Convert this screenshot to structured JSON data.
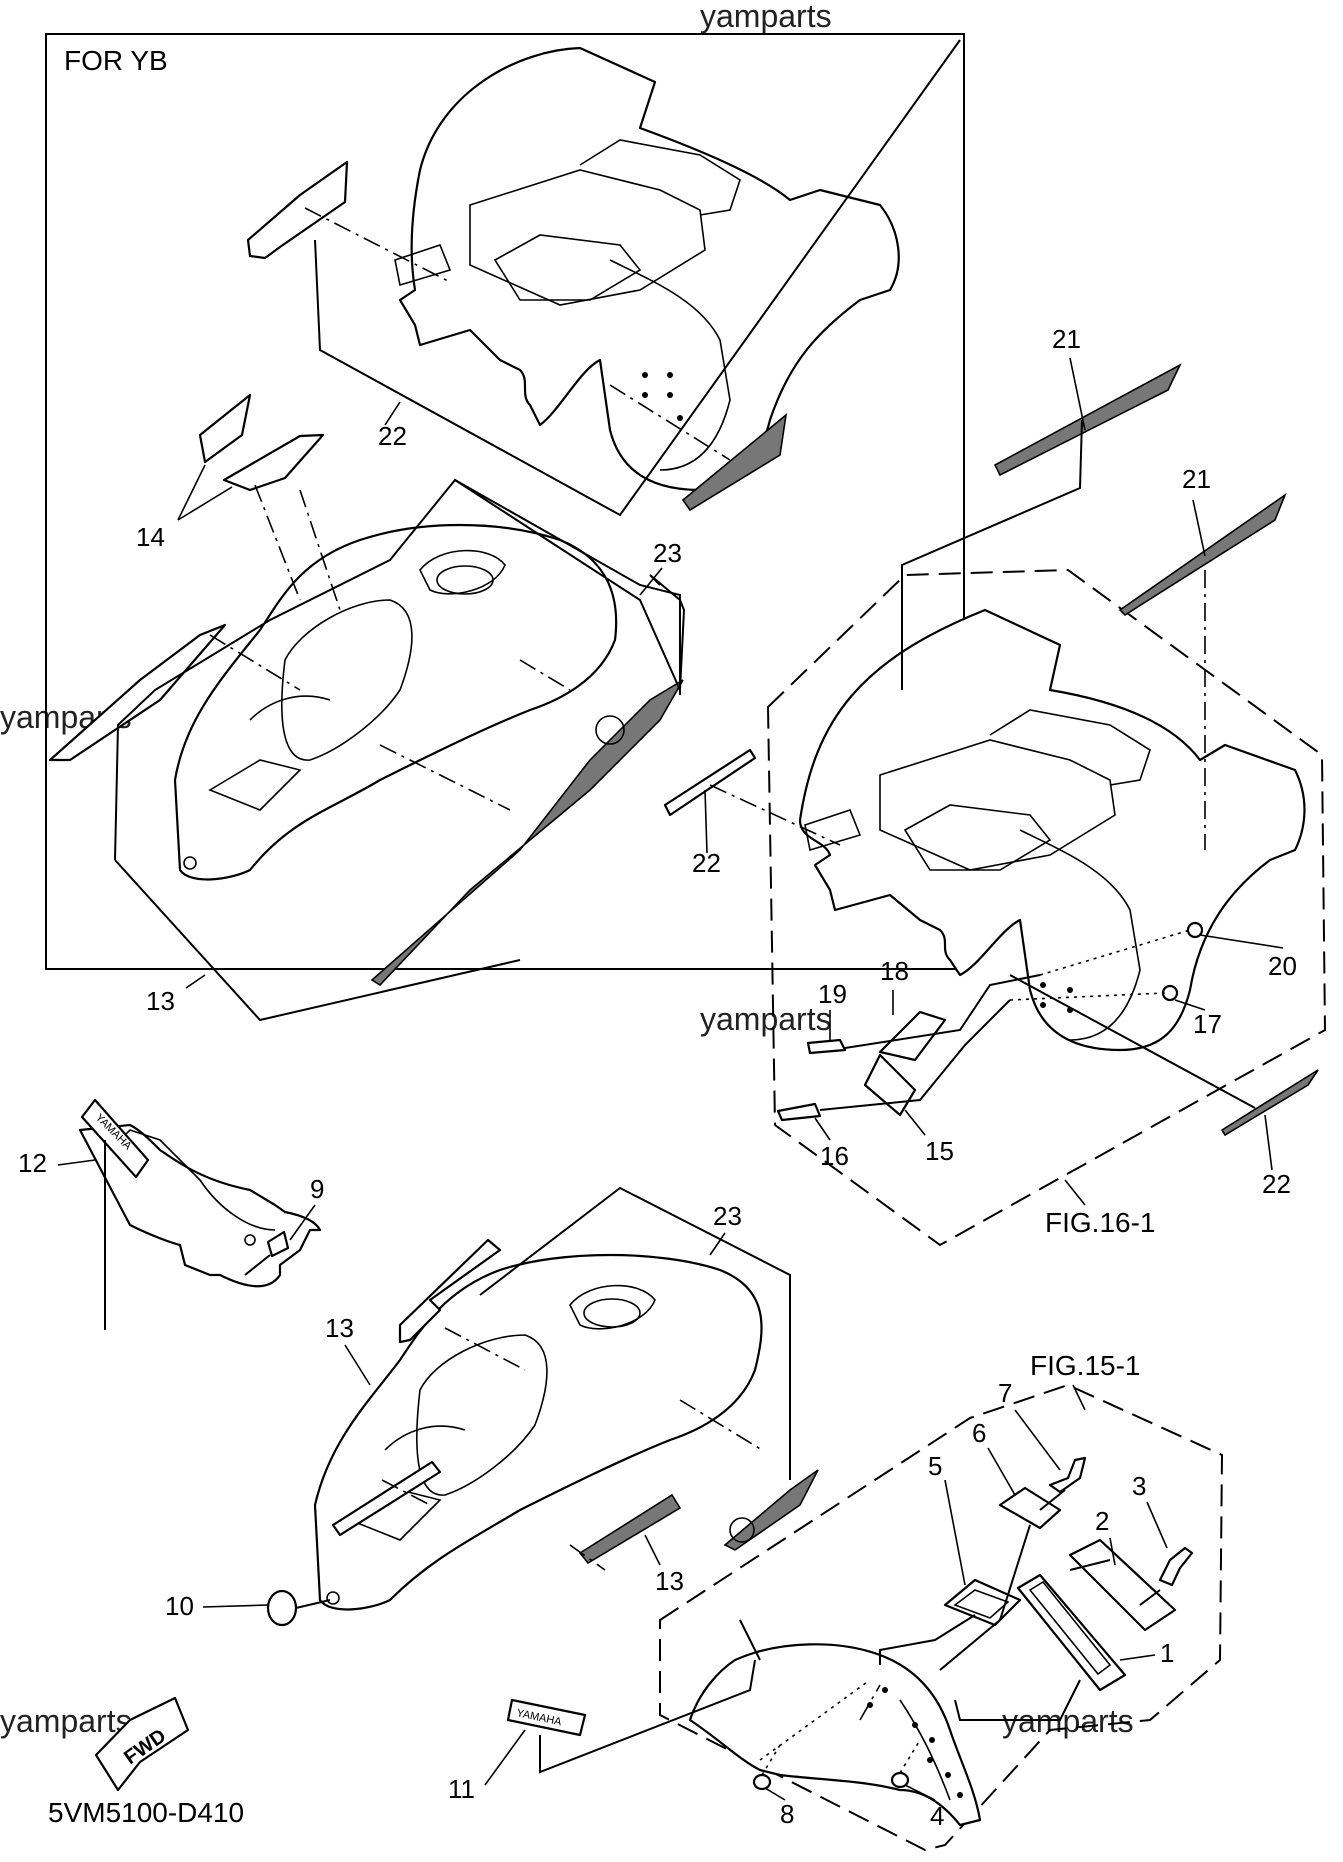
{
  "watermark": "yamparts",
  "drawing_code": "5VM5100-D410",
  "box_title": "FOR YB",
  "fig_labels": {
    "fig16": "FIG.16-1",
    "fig15": "FIG.15-1"
  },
  "decals": {
    "yamaha_12": "YAMAHA",
    "yamaha_11": "YAMAHA",
    "fwd": "FWD"
  },
  "callouts": {
    "c1": "1",
    "c2": "2",
    "c3": "3",
    "c4": "4",
    "c5": "5",
    "c6": "6",
    "c7": "7",
    "c8": "8",
    "c9": "9",
    "c10": "10",
    "c11": "11",
    "c12": "12",
    "c13a": "13",
    "c13b": "13",
    "c13c": "13",
    "c14": "14",
    "c15": "15",
    "c16": "16",
    "c17": "17",
    "c18": "18",
    "c19": "19",
    "c20": "20",
    "c21a": "21",
    "c21b": "21",
    "c22a": "22",
    "c22b": "22",
    "c22c": "22",
    "c23a": "23",
    "c23b": "23"
  }
}
